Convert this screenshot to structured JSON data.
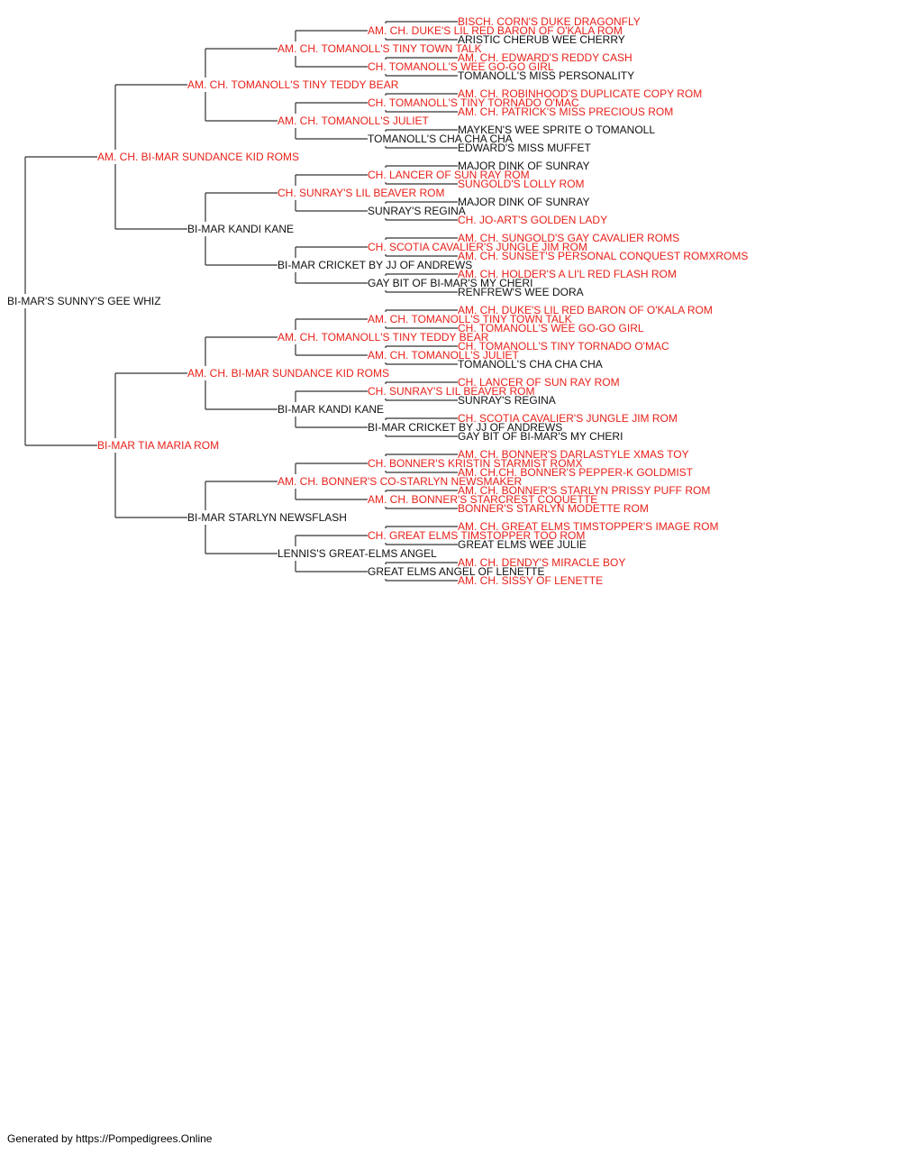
{
  "colors": {
    "champion": "#e8211a",
    "normal": "#111111",
    "line": "#333333"
  },
  "pedigree": {
    "name": "BI-MAR'S SUNNY'S GEE WHIZ",
    "champion": false,
    "parents": [
      {
        "name": "AM. CH. BI-MAR SUNDANCE KID ROMS",
        "champion": true,
        "parents": [
          {
            "name": "AM. CH. TOMANOLL'S TINY TEDDY BEAR",
            "champion": true,
            "parents": [
              {
                "name": "AM. CH. TOMANOLL'S TINY TOWN TALK",
                "champion": true,
                "parents": [
                  {
                    "name": "AM. CH. DUKE'S LIL RED BARON OF O'KALA ROM",
                    "champion": true,
                    "parents": [
                      {
                        "name": "BISCH. CORN'S DUKE DRAGONFLY",
                        "champion": true
                      },
                      {
                        "name": "ARISTIC CHERUB WEE CHERRY",
                        "champion": false
                      }
                    ]
                  },
                  {
                    "name": "CH. TOMANOLL'S WEE GO-GO GIRL",
                    "champion": true,
                    "parents": [
                      {
                        "name": "AM. CH. EDWARD'S REDDY CASH",
                        "champion": true
                      },
                      {
                        "name": "TOMANOLL'S MISS PERSONALITY",
                        "champion": false
                      }
                    ]
                  }
                ]
              },
              {
                "name": "AM. CH. TOMANOLL'S JULIET",
                "champion": true,
                "parents": [
                  {
                    "name": "CH. TOMANOLL'S TINY TORNADO O'MAC",
                    "champion": true,
                    "parents": [
                      {
                        "name": "AM. CH. ROBINHOOD'S DUPLICATE COPY ROM",
                        "champion": true
                      },
                      {
                        "name": "AM. CH. PATRICK'S MISS PRECIOUS ROM",
                        "champion": true
                      }
                    ]
                  },
                  {
                    "name": "TOMANOLL'S CHA CHA CHA",
                    "champion": false,
                    "parents": [
                      {
                        "name": "MAYKEN'S WEE SPRITE O TOMANOLL",
                        "champion": false
                      },
                      {
                        "name": "EDWARD'S MISS MUFFET",
                        "champion": false
                      }
                    ]
                  }
                ]
              }
            ]
          },
          {
            "name": "BI-MAR KANDI KANE",
            "champion": false,
            "parents": [
              {
                "name": "CH. SUNRAY'S LIL BEAVER ROM",
                "champion": true,
                "parents": [
                  {
                    "name": "CH. LANCER OF SUN RAY ROM",
                    "champion": true,
                    "parents": [
                      {
                        "name": "MAJOR DINK OF SUNRAY",
                        "champion": false
                      },
                      {
                        "name": "SUNGOLD'S LOLLY ROM",
                        "champion": true
                      }
                    ]
                  },
                  {
                    "name": "SUNRAY'S REGINA",
                    "champion": false,
                    "parents": [
                      {
                        "name": "MAJOR DINK OF SUNRAY",
                        "champion": false
                      },
                      {
                        "name": "CH. JO-ART'S GOLDEN LADY",
                        "champion": true
                      }
                    ]
                  }
                ]
              },
              {
                "name": "BI-MAR CRICKET BY JJ OF ANDREWS",
                "champion": false,
                "parents": [
                  {
                    "name": "CH. SCOTIA CAVALIER'S JUNGLE JIM ROM",
                    "champion": true,
                    "parents": [
                      {
                        "name": "AM. CH. SUNGOLD'S GAY CAVALIER ROMS",
                        "champion": true
                      },
                      {
                        "name": "AM. CH. SUNSET'S PERSONAL CONQUEST ROMXROMS",
                        "champion": true
                      }
                    ]
                  },
                  {
                    "name": "GAY BIT OF BI-MAR'S MY CHERI",
                    "champion": false,
                    "parents": [
                      {
                        "name": "AM. CH. HOLDER'S A LI'L RED FLASH ROM",
                        "champion": true
                      },
                      {
                        "name": "RENFREW'S WEE DORA",
                        "champion": false
                      }
                    ]
                  }
                ]
              }
            ]
          }
        ]
      },
      {
        "name": "BI-MAR TIA MARIA ROM",
        "champion": true,
        "parents": [
          {
            "name": "AM. CH. BI-MAR SUNDANCE KID ROMS",
            "champion": true,
            "parents": [
              {
                "name": "AM. CH. TOMANOLL'S TINY TEDDY BEAR",
                "champion": true,
                "parents": [
                  {
                    "name": "AM. CH. TOMANOLL'S TINY TOWN TALK",
                    "champion": true,
                    "parents": [
                      {
                        "name": "AM. CH. DUKE'S LIL RED BARON OF O'KALA ROM",
                        "champion": true
                      },
                      {
                        "name": "CH. TOMANOLL'S WEE GO-GO GIRL",
                        "champion": true
                      }
                    ]
                  },
                  {
                    "name": "AM. CH. TOMANOLL'S JULIET",
                    "champion": true,
                    "parents": [
                      {
                        "name": "CH. TOMANOLL'S TINY TORNADO O'MAC",
                        "champion": true
                      },
                      {
                        "name": "TOMANOLL'S CHA CHA CHA",
                        "champion": false
                      }
                    ]
                  }
                ]
              },
              {
                "name": "BI-MAR KANDI KANE",
                "champion": false,
                "parents": [
                  {
                    "name": "CH. SUNRAY'S LIL BEAVER ROM",
                    "champion": true,
                    "parents": [
                      {
                        "name": "CH. LANCER OF SUN RAY ROM",
                        "champion": true
                      },
                      {
                        "name": "SUNRAY'S REGINA",
                        "champion": false
                      }
                    ]
                  },
                  {
                    "name": "BI-MAR CRICKET BY JJ OF ANDREWS",
                    "champion": false,
                    "parents": [
                      {
                        "name": "CH. SCOTIA CAVALIER'S JUNGLE JIM ROM",
                        "champion": true
                      },
                      {
                        "name": "GAY BIT OF BI-MAR'S MY CHERI",
                        "champion": false
                      }
                    ]
                  }
                ]
              }
            ]
          },
          {
            "name": "BI-MAR STARLYN NEWSFLASH",
            "champion": false,
            "parents": [
              {
                "name": "AM. CH. BONNER'S CO-STARLYN NEWSMAKER",
                "champion": true,
                "parents": [
                  {
                    "name": "CH. BONNER'S KRISTIN STARMIST ROMX",
                    "champion": true,
                    "parents": [
                      {
                        "name": "AM. CH. BONNER'S DARLASTYLE XMAS TOY",
                        "champion": true
                      },
                      {
                        "name": "AM. CH.CH. BONNER'S PEPPER-K GOLDMIST",
                        "champion": true
                      }
                    ]
                  },
                  {
                    "name": "AM. CH. BONNER'S STARCREST COQUETTE",
                    "champion": true,
                    "parents": [
                      {
                        "name": "AM. CH. BONNER'S STARLYN PRISSY PUFF ROM",
                        "champion": true
                      },
                      {
                        "name": "BONNER'S STARLYN MODETTE ROM",
                        "champion": true
                      }
                    ]
                  }
                ]
              },
              {
                "name": "LENNIS'S GREAT-ELMS ANGEL",
                "champion": false,
                "parents": [
                  {
                    "name": "CH. GREAT ELMS TIMSTOPPER TOO ROM",
                    "champion": true,
                    "parents": [
                      {
                        "name": "AM. CH. GREAT ELMS TIMSTOPPER'S IMAGE ROM",
                        "champion": true
                      },
                      {
                        "name": "GREAT ELMS WEE JULIE",
                        "champion": false
                      }
                    ]
                  },
                  {
                    "name": "GREAT ELMS ANGEL OF LENETTE",
                    "champion": false,
                    "parents": [
                      {
                        "name": "AM. CH. DENDY'S MIRACLE BOY",
                        "champion": true
                      },
                      {
                        "name": "AM. CH. SISSY OF LENETTE",
                        "champion": true
                      }
                    ]
                  }
                ]
              }
            ]
          }
        ]
      }
    ]
  },
  "footer": "Generated by https://Pompedigrees.Online"
}
